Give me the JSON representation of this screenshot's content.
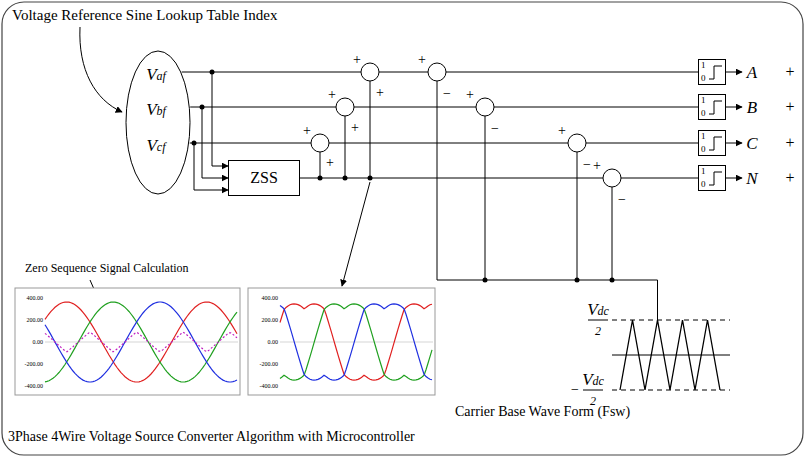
{
  "diagram": {
    "caption": "3Phase 4Wire Voltage Source Converter Algorithm with Microcontroller",
    "nodes": [
      {
        "text": [
          "Vaf",
          "Vbf",
          "Vcf"
        ]
      },
      {
        "text": [
          "ZSS"
        ]
      },
      {
        "text": [
          "1",
          "0"
        ]
      },
      {
        "text": [
          "1",
          "0"
        ]
      },
      {
        "text": [
          "1",
          "0"
        ]
      },
      {
        "text": [
          "1",
          "0"
        ]
      }
    ],
    "edges": [
      {
        "from": 0,
        "to": 1,
        "arrow": "to"
      },
      {
        "from": 0,
        "to": 1,
        "arrow": "to"
      },
      {
        "from": 0,
        "to": 1,
        "arrow": "to"
      }
    ],
    "labels": [
      "Voltage Reference Sine Lookup Table Index",
      "+",
      "+",
      "+",
      "−",
      "+",
      "+",
      "+",
      "−",
      "+",
      "+",
      "+",
      "−",
      "+",
      "−",
      "A",
      "+",
      "B",
      "+",
      "C",
      "+",
      "N",
      "+",
      "Zero Sequence Signal Calculation",
      "Vdc",
      "2",
      "−",
      "Vdc",
      "2",
      "Carrier Base Wave Form (Fsw)",
      "400.00",
      "200.00",
      "0.00",
      "-200.00",
      "-400.00",
      "400.00",
      "200.00",
      "0.00",
      "-200.00",
      "-400.00"
    ]
  }
}
